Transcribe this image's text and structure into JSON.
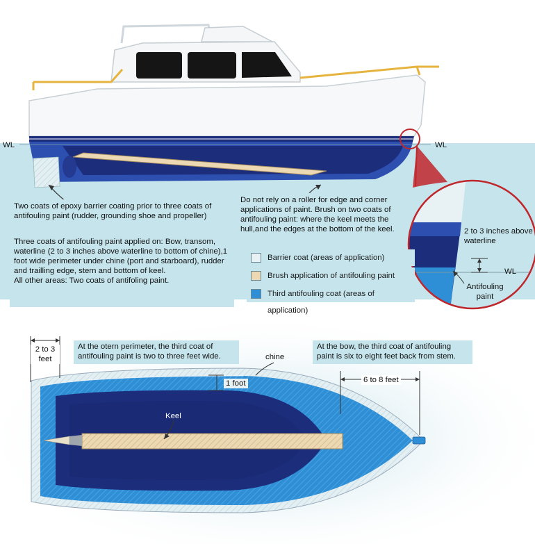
{
  "colors": {
    "water": "#c5e4ec",
    "hull_blue": "#2d4fb0",
    "dark_blue": "#1c2d7c",
    "third_coat": "#2f8fd6",
    "barrier": "#e8f2f4",
    "brush": "#ecd9b3",
    "callout_red": "#c0272d"
  },
  "waterline": {
    "left": "WL",
    "right": "WL"
  },
  "notes": {
    "epoxy": "Two coats of epoxy barrier coating prior to three coats of antifouling paint (rudder, grounding shoe and propeller)",
    "roller": "Do not rely on a roller for edge and corner applications of paint. Brush on two coats of antifouling paint: where the keel meets the hull,and the edges at the bottom of the keel.",
    "three_coats": "Three coats of antifouling paint applied on: Bow, transom, waterline (2 to 3 inches above waterline to bottom of chine),1 foot wide perimeter under chine (port and starboard), rudder and trailling edge, stern and bottom of keel.",
    "all_other": "All other areas: Two coats of antifoling paint."
  },
  "legend": [
    {
      "label": "Barrier coat (areas of application)",
      "swatch": "barrier"
    },
    {
      "label": "Brush application of antifouling paint",
      "swatch": "brush"
    },
    {
      "label": "Third antifouling coat (areas of application)",
      "swatch": "third_coat"
    }
  ],
  "detail": {
    "above_waterline": "2 to 3 inches above waterline",
    "wl": "WL",
    "antifouling": "Antifouling paint"
  },
  "plan": {
    "stern_width": "2 to 3 feet",
    "stern_note": "At the otern perimeter, the third coat of antifouling paint is two to three feet wide.",
    "chine": "chine",
    "one_foot": "1 foot",
    "bow_note": "At the bow, the third coat of antifouling paint is six to eight feet back from stem.",
    "bow_distance": "6 to 8 feet",
    "keel": "Keel"
  }
}
